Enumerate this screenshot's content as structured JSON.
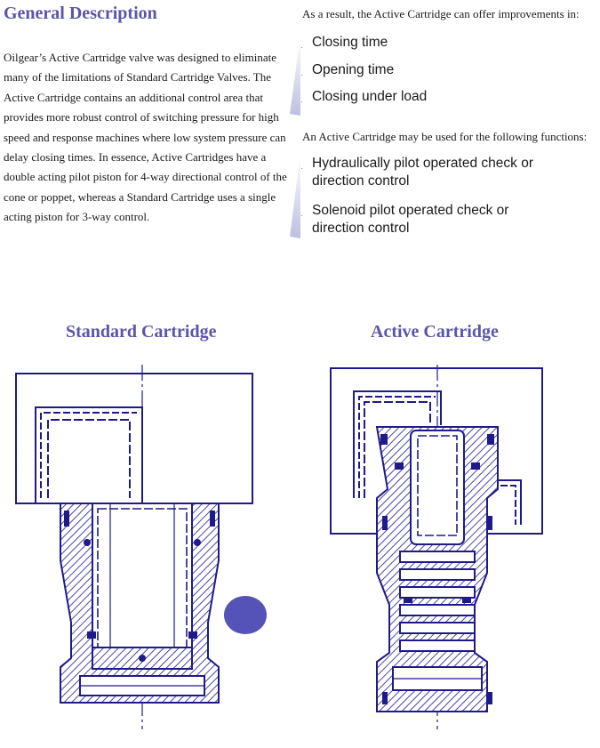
{
  "header": {
    "title": "General Description"
  },
  "description": "Oilgear’s Active Cartridge valve was designed to eliminate many of the limitations of Standard Cartridge Valves. The Active Cartridge contains an additional control area that provides more robust control of switching pressure for high speed and response machines where low system pressure can delay closing times. In essence, Active Cartridges have a double acting pilot piston for 4-way directional control of the cone or poppet, whereas a Standard Cartridge uses a single acting piston for 3-way control.",
  "improvements": {
    "intro": "As a result, the Active Cartridge can offer improvements in:",
    "items": [
      "Closing time",
      "Opening time",
      "Closing under load"
    ]
  },
  "functions": {
    "intro": "An Active Cartridge may be used for the following functions:",
    "items": [
      {
        "line1": "Hydraulically pilot operated check or",
        "line2": "direction control"
      },
      {
        "line1": "Solenoid pilot operated check or",
        "line2": "direction control"
      }
    ]
  },
  "bullet_glyph": "·",
  "diagrams": {
    "standard_caption": "Standard Cartridge",
    "active_caption": "Active Cartridge"
  },
  "colors": {
    "heading": "#5a55a8",
    "drawing": "#1e1a8a",
    "accent_dot": "#5552b8"
  }
}
